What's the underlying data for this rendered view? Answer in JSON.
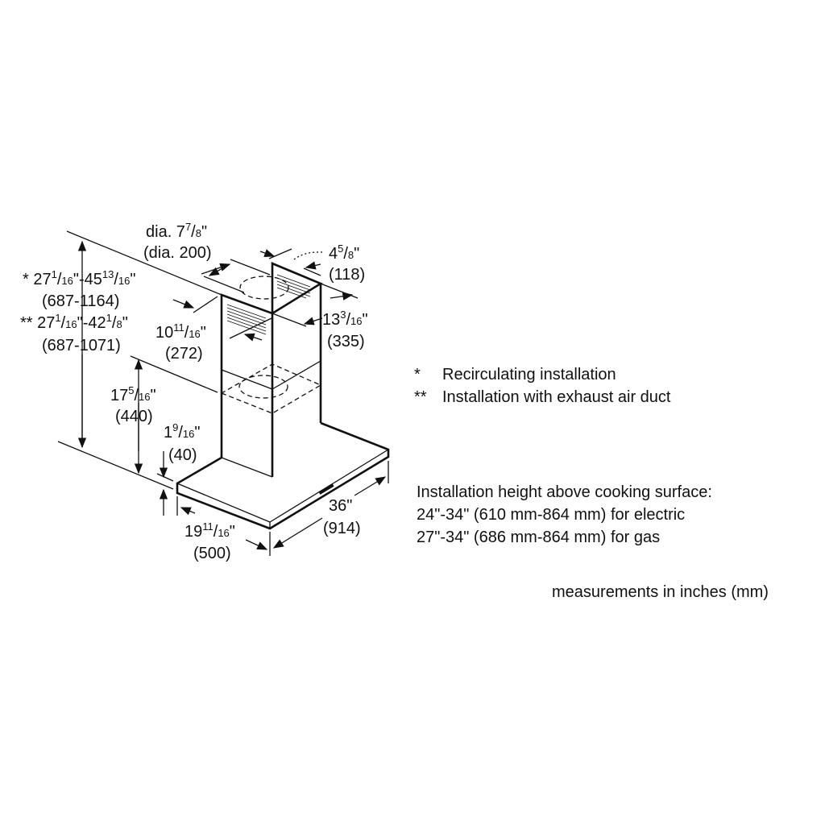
{
  "dimensions": {
    "duct_dia_in": "dia. 7",
    "duct_dia_in_sup": "7",
    "duct_dia_in_sub": "8",
    "duct_dia_mm": "(dia. 200)",
    "chimney_depth_in": "4",
    "chimney_depth_sup": "5",
    "chimney_depth_sub": "8",
    "chimney_depth_mm": "(118)",
    "chimney_width_in": "13",
    "chimney_width_sup": "3",
    "chimney_width_sub": "16",
    "chimney_width_mm": "(335)",
    "chimney_side_in": "10",
    "chimney_side_sup": "11",
    "chimney_side_sub": "16",
    "chimney_side_mm": "(272)",
    "height_recirc": "* 27",
    "height_recirc_a_sup": "1",
    "height_recirc_a_sub": "16",
    "height_recirc_b": "\"-45",
    "height_recirc_b_sup": "13",
    "height_recirc_b_sub": "16",
    "height_recirc_mm": "(687-1164)",
    "height_exhaust": "** 27",
    "height_exhaust_a_sup": "1",
    "height_exhaust_a_sub": "16",
    "height_exhaust_b": "\"-42",
    "height_exhaust_b_sup": "1",
    "height_exhaust_b_sub": "8",
    "height_exhaust_mm": "(687-1071)",
    "lower_height_in": "17",
    "lower_height_sup": "5",
    "lower_height_sub": "16",
    "lower_height_mm": "(440)",
    "canopy_thick_in": "1",
    "canopy_thick_sup": "9",
    "canopy_thick_sub": "16",
    "canopy_thick_mm": "(40)",
    "depth_in": "19",
    "depth_sup": "11",
    "depth_sub": "16",
    "depth_mm": "(500)",
    "width_in": "36\"",
    "width_mm": "(914)"
  },
  "legend": {
    "recirc_mark": "*",
    "recirc_label": "Recirculating installation",
    "exhaust_mark": "**",
    "exhaust_label": "Installation with exhaust air duct"
  },
  "install_height": {
    "title": "Installation height above cooking surface:",
    "electric": "24\"-34\" (610 mm-864 mm) for electric",
    "gas": "27\"-34\" (686 mm-864 mm) for gas"
  },
  "units_note": "measurements in inches (mm)"
}
